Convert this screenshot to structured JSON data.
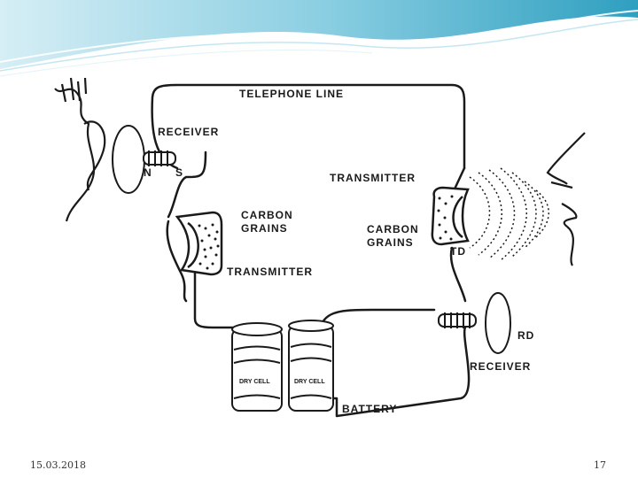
{
  "slide": {
    "date": "15.03.2018",
    "page_number": "17"
  },
  "diagram": {
    "labels": {
      "telephone_line": "TELEPHONE LINE",
      "receiver_left": "RECEIVER",
      "n": "N",
      "s": "S",
      "carbon_grains_left_1": "CARBON",
      "carbon_grains_left_2": "GRAINS",
      "transmitter_left": "TRANSMITTER",
      "transmitter_right": "TRANSMITTER",
      "carbon_grains_right_1": "CARBON",
      "carbon_grains_right_2": "GRAINS",
      "td": "TD",
      "rd": "RD",
      "receiver_right": "RECEIVER",
      "battery": "BATTERY",
      "dry_cell_1": "DRY CELL",
      "dry_cell_2": "DRY CELL"
    }
  },
  "colors": {
    "header_teal": "#3aa6c4",
    "header_light": "#b9e2ee",
    "ink": "#1a1a1a"
  }
}
